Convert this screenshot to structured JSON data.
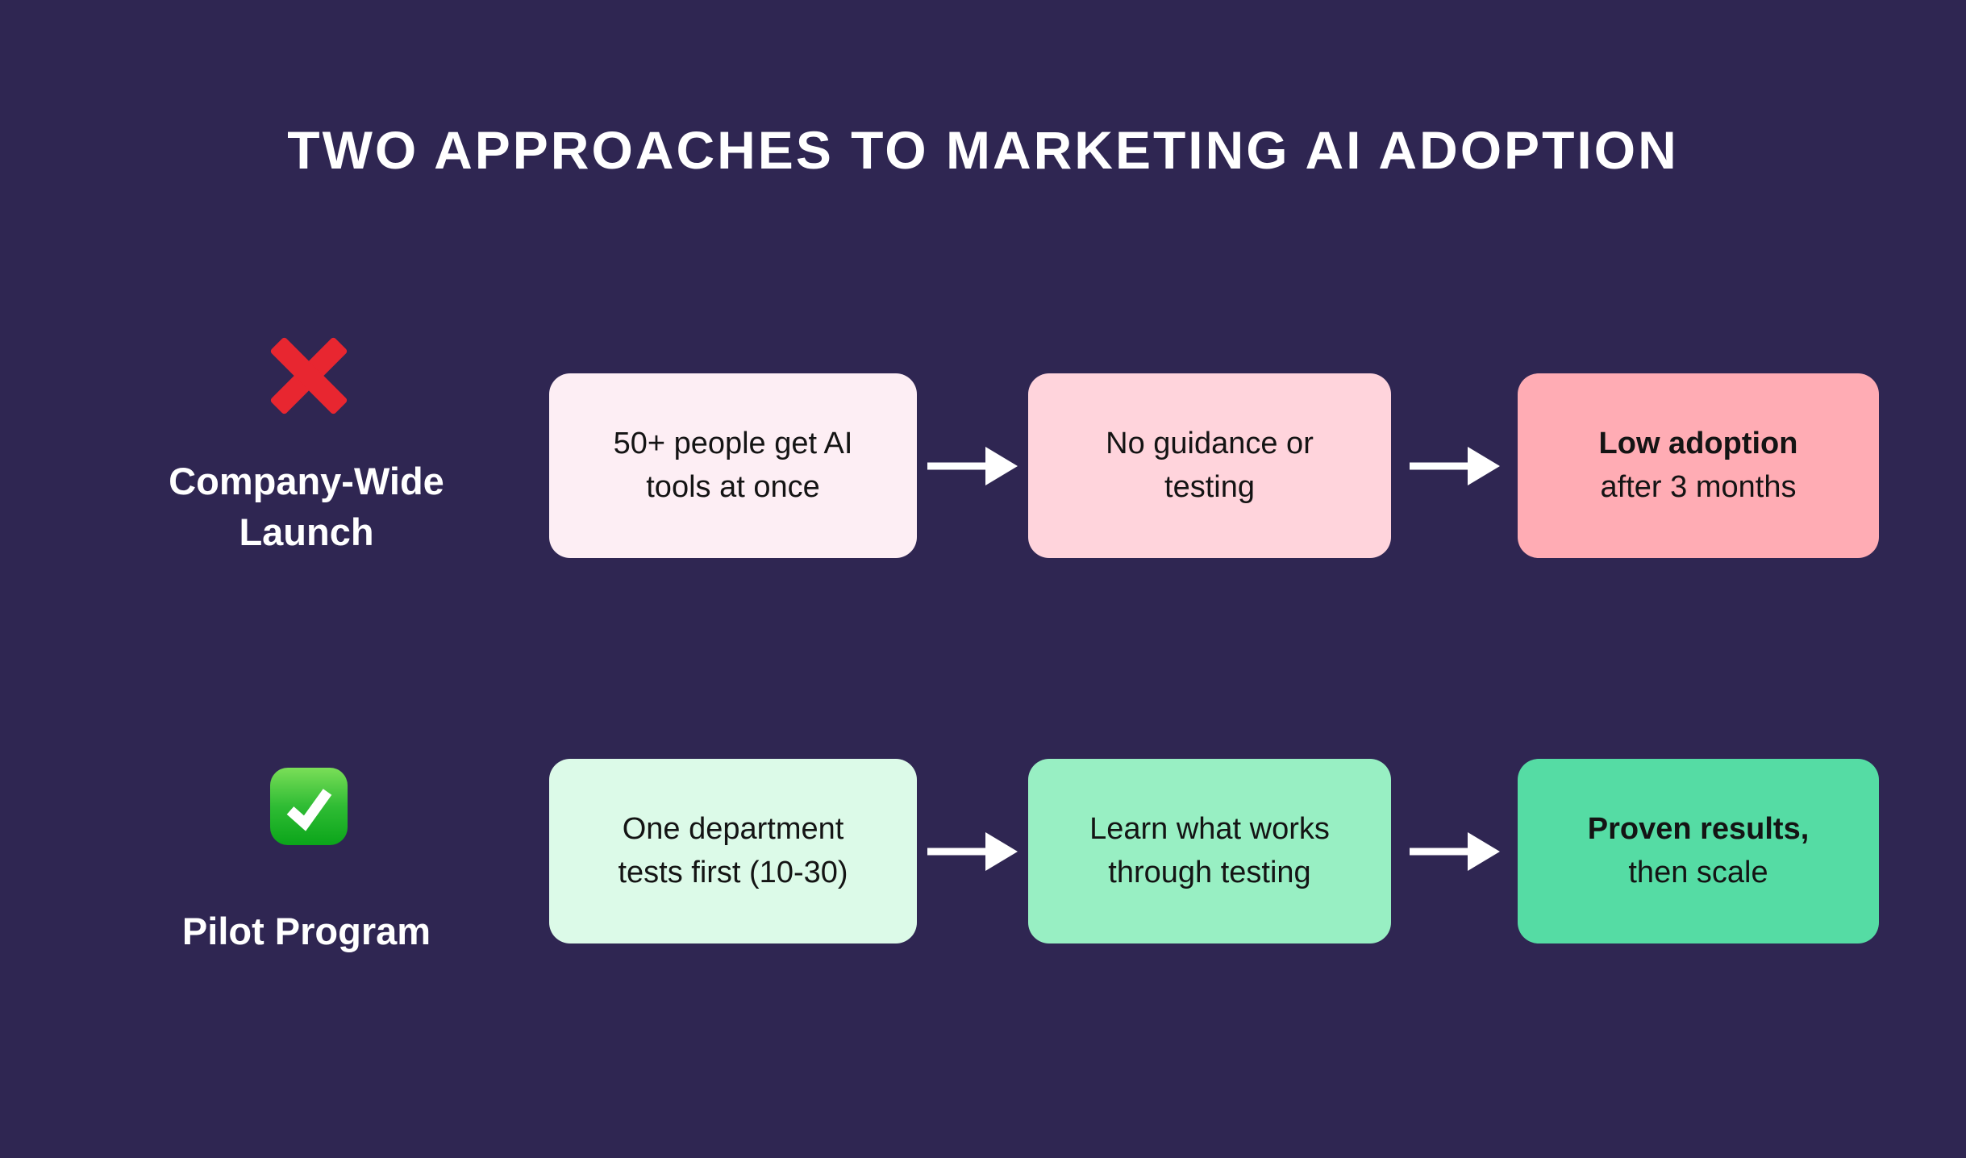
{
  "title": "TWO APPROACHES TO MARKETING AI ADOPTION",
  "colors": {
    "background": "#2f2652",
    "title_text": "#ffffff",
    "label_text": "#ffffff",
    "box_text": "#141414",
    "arrow": "#ffffff",
    "cross_red": "#e82630",
    "check_green_top": "#7ade58",
    "check_green_bottom": "#0ba51a"
  },
  "rows": [
    {
      "icon": "cross-mark-icon",
      "label_line1": "Company-Wide",
      "label_line2": "Launch",
      "steps": [
        {
          "line1": "50+ people get AI",
          "line2": "tools at once",
          "bg": "#fdeef4"
        },
        {
          "line1": "No guidance or",
          "line2": "testing",
          "bg": "#ffd4dc"
        },
        {
          "line1": "Low adoption",
          "line2": "after 3 months",
          "bg": "#ffacb4",
          "line1_bold": true
        }
      ]
    },
    {
      "icon": "check-mark-icon",
      "label_line1": "Pilot Program",
      "label_line2": "",
      "steps": [
        {
          "line1": "One department",
          "line2": "tests first (10-30)",
          "bg": "#dcfae8"
        },
        {
          "line1": "Learn what works",
          "line2": "through testing",
          "bg": "#98efc3"
        },
        {
          "line1": "Proven results,",
          "line2": "then scale",
          "bg": "#55dca4",
          "line1_bold": true
        }
      ]
    }
  ]
}
